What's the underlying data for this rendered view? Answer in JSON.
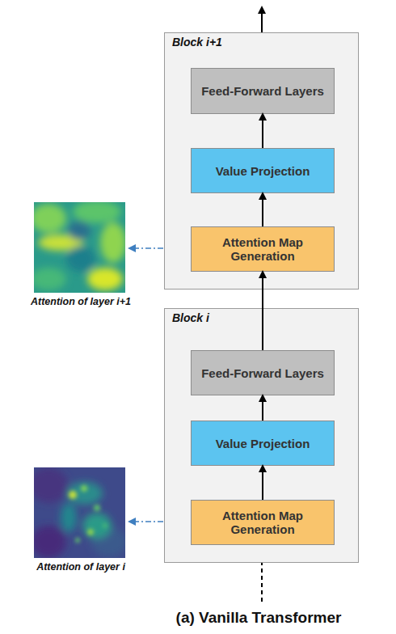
{
  "diagram": {
    "caption": "(a) Vanilla Transformer",
    "nodes": [
      {
        "text": [
          "Block i+1"
        ]
      },
      {
        "text": [
          "Feed-Forward Layers"
        ],
        "in": 0
      },
      {
        "text": [
          "Value Projection"
        ],
        "in": 0
      },
      {
        "text": [
          "Attention Map Generation"
        ],
        "in": 0
      },
      {
        "text": [
          "Block i"
        ]
      },
      {
        "text": [
          "Feed-Forward Layers"
        ],
        "in": 4
      },
      {
        "text": [
          "Value Projection"
        ],
        "in": 4
      },
      {
        "text": [
          "Attention Map Generation"
        ],
        "in": 4
      }
    ],
    "edges": [
      {
        "from": 3,
        "to": 2,
        "arrow": "to"
      },
      {
        "from": 2,
        "to": 1,
        "arrow": "to"
      },
      {
        "from": 5,
        "to": 3,
        "arrow": "to"
      },
      {
        "from": 7,
        "to": 6,
        "arrow": "to"
      },
      {
        "from": 6,
        "to": 5,
        "arrow": "to"
      }
    ],
    "labels": [
      "Attention of layer i+1",
      "Attention of layer i"
    ]
  }
}
